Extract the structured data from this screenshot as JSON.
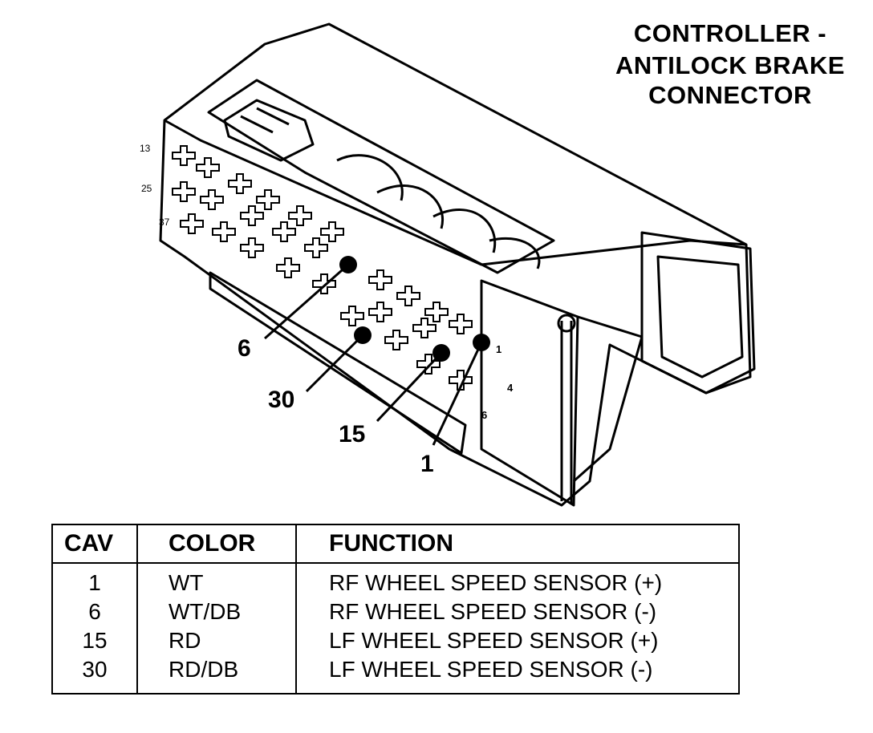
{
  "title": {
    "line1": "CONTROLLER -",
    "line2": "ANTILOCK BRAKE",
    "line3": "CONNECTOR"
  },
  "callouts": [
    "6",
    "30",
    "15",
    "1"
  ],
  "connector_side_numbers": [
    "13",
    "25",
    "37"
  ],
  "connector_pin_marks": [
    "1",
    "4",
    "6"
  ],
  "table": {
    "headers": {
      "cav": "CAV",
      "color": "COLOR",
      "function": "FUNCTION"
    },
    "rows": [
      {
        "cav": "1",
        "color": "WT",
        "function": "RF WHEEL SPEED SENSOR (+)"
      },
      {
        "cav": "6",
        "color": "WT/DB",
        "function": "RF WHEEL SPEED SENSOR (-)"
      },
      {
        "cav": "15",
        "color": "RD",
        "function": "LF WHEEL SPEED SENSOR (+)"
      },
      {
        "cav": "30",
        "color": "RD/DB",
        "function": "LF WHEEL SPEED SENSOR (-)"
      }
    ]
  }
}
